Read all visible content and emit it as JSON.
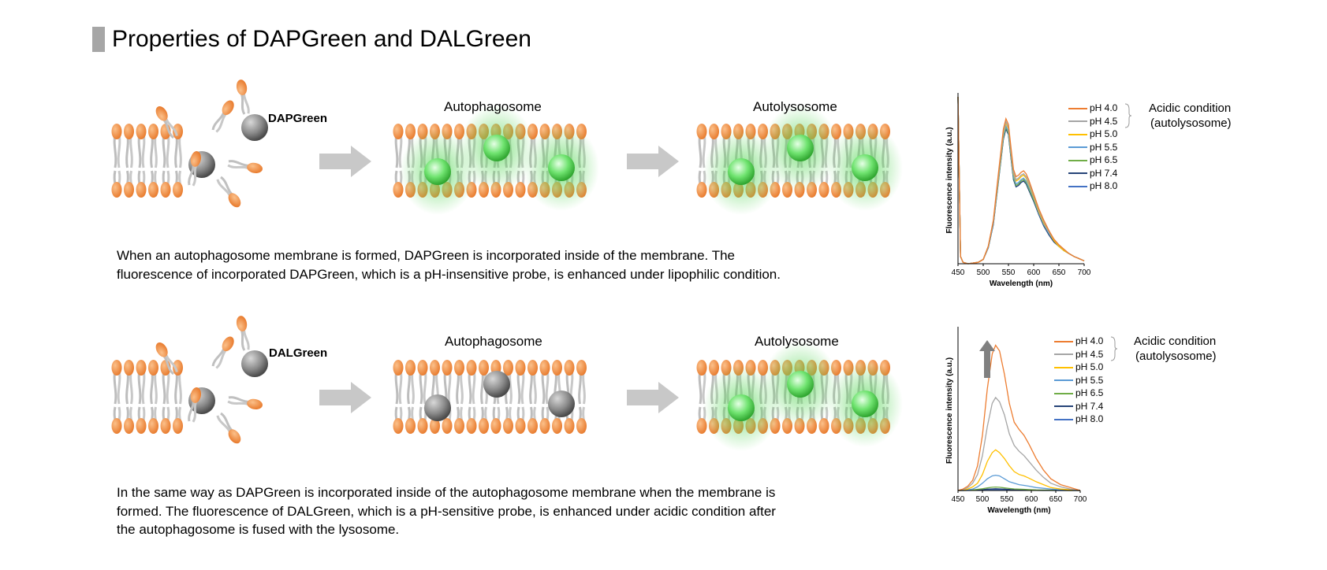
{
  "page": {
    "title": "Properties of DAPGreen and DALGreen"
  },
  "rows": [
    {
      "probe_label": "DAPGreen",
      "stage1_label": "Autophagosome",
      "stage2_label": "Autolysosome",
      "description_lines": [
        "When an autophagosome membrane is formed, DAPGreen is incorporated inside of the membrane. The",
        "fluorescence of incorporated DAPGreen, which is a pH-insensitive probe, is enhanced under lipophilic condition."
      ]
    },
    {
      "probe_label": "DALGreen",
      "stage1_label": "Autophagosome",
      "stage2_label": "Autolysosome",
      "description_lines": [
        "In the same way as DAPGreen is incorporated inside of the autophagosome membrane when the membrane is",
        "formed. The fluorescence of DALGreen, which is a pH-sensitive probe, is enhanced under acidic condition after",
        "the autophagosome is fused with the lysosome."
      ]
    }
  ],
  "legend": {
    "items": [
      "pH 4.0",
      "pH 4.5",
      "pH 5.0",
      "pH 5.5",
      "pH 6.5",
      "pH 7.4",
      "pH 8.0"
    ],
    "colors": [
      "#ed7d31",
      "#a5a5a5",
      "#ffc000",
      "#5b9bd5",
      "#70ad47",
      "#264478",
      "#4472c4"
    ],
    "condition_line1": "Acidic condition",
    "condition_line2": "(autolysosome)"
  },
  "chart_data": [
    {
      "type": "line",
      "xlabel": "Wavelength (nm)",
      "ylabel": "Fluorescence intensity (a.u.)",
      "x_ticks": [
        "450",
        "500",
        "550",
        "600",
        "650",
        "700"
      ],
      "xlim": [
        450,
        700
      ],
      "ylim": [
        0,
        1.15
      ],
      "x": [
        450,
        455,
        460,
        470,
        490,
        500,
        510,
        520,
        530,
        540,
        545,
        550,
        555,
        560,
        565,
        570,
        575,
        580,
        585,
        590,
        600,
        610,
        620,
        630,
        640,
        650,
        660,
        670,
        680,
        690,
        700
      ],
      "series": [
        {
          "name": "pH 4.0",
          "values": [
            1.15,
            0.05,
            0.01,
            0.0,
            0.01,
            0.03,
            0.12,
            0.3,
            0.62,
            0.93,
            1.0,
            0.96,
            0.8,
            0.65,
            0.6,
            0.61,
            0.63,
            0.64,
            0.62,
            0.58,
            0.48,
            0.38,
            0.3,
            0.23,
            0.17,
            0.13,
            0.1,
            0.07,
            0.05,
            0.035,
            0.02
          ]
        },
        {
          "name": "pH 4.5",
          "values": [
            1.15,
            0.05,
            0.01,
            0.0,
            0.01,
            0.03,
            0.12,
            0.29,
            0.6,
            0.91,
            0.98,
            0.94,
            0.78,
            0.63,
            0.58,
            0.59,
            0.61,
            0.62,
            0.6,
            0.56,
            0.47,
            0.37,
            0.29,
            0.22,
            0.17,
            0.13,
            0.1,
            0.07,
            0.05,
            0.035,
            0.02
          ]
        },
        {
          "name": "pH 5.0",
          "values": [
            1.15,
            0.05,
            0.01,
            0.0,
            0.01,
            0.03,
            0.12,
            0.29,
            0.59,
            0.9,
            0.97,
            0.93,
            0.77,
            0.62,
            0.57,
            0.58,
            0.6,
            0.61,
            0.59,
            0.55,
            0.46,
            0.36,
            0.28,
            0.22,
            0.16,
            0.12,
            0.09,
            0.07,
            0.05,
            0.035,
            0.02
          ]
        },
        {
          "name": "pH 5.5",
          "values": [
            1.15,
            0.05,
            0.01,
            0.0,
            0.01,
            0.03,
            0.11,
            0.28,
            0.58,
            0.88,
            0.95,
            0.91,
            0.75,
            0.6,
            0.55,
            0.56,
            0.58,
            0.59,
            0.57,
            0.53,
            0.45,
            0.35,
            0.27,
            0.21,
            0.16,
            0.12,
            0.09,
            0.07,
            0.05,
            0.035,
            0.02
          ]
        },
        {
          "name": "pH 6.5",
          "values": [
            1.15,
            0.05,
            0.01,
            0.0,
            0.01,
            0.03,
            0.11,
            0.28,
            0.57,
            0.87,
            0.94,
            0.9,
            0.74,
            0.59,
            0.54,
            0.55,
            0.57,
            0.58,
            0.56,
            0.52,
            0.44,
            0.35,
            0.27,
            0.21,
            0.16,
            0.12,
            0.09,
            0.07,
            0.05,
            0.035,
            0.02
          ]
        },
        {
          "name": "pH 7.4",
          "values": [
            1.15,
            0.05,
            0.01,
            0.0,
            0.01,
            0.03,
            0.11,
            0.27,
            0.57,
            0.86,
            0.93,
            0.89,
            0.73,
            0.58,
            0.53,
            0.54,
            0.56,
            0.57,
            0.55,
            0.51,
            0.43,
            0.34,
            0.26,
            0.2,
            0.15,
            0.12,
            0.09,
            0.07,
            0.05,
            0.035,
            0.02
          ]
        },
        {
          "name": "pH 8.0",
          "values": [
            1.15,
            0.05,
            0.01,
            0.0,
            0.01,
            0.03,
            0.11,
            0.27,
            0.56,
            0.86,
            0.93,
            0.89,
            0.73,
            0.58,
            0.53,
            0.54,
            0.56,
            0.57,
            0.55,
            0.51,
            0.43,
            0.34,
            0.26,
            0.2,
            0.15,
            0.12,
            0.09,
            0.07,
            0.05,
            0.035,
            0.02
          ]
        }
      ]
    },
    {
      "type": "line",
      "xlabel": "Wavelength (nm)",
      "ylabel": "Fluorescence intensity (a.u.)",
      "x_ticks": [
        "450",
        "500",
        "550",
        "600",
        "650",
        "700"
      ],
      "xlim": [
        450,
        700
      ],
      "ylim": [
        0,
        1.1
      ],
      "x": [
        450,
        460,
        470,
        480,
        490,
        500,
        510,
        520,
        527,
        535,
        545,
        555,
        565,
        575,
        585,
        595,
        610,
        625,
        640,
        660,
        680,
        700
      ],
      "series": [
        {
          "name": "pH 4.0",
          "values": [
            0.0,
            0.01,
            0.03,
            0.07,
            0.17,
            0.38,
            0.7,
            0.94,
            1.0,
            0.96,
            0.8,
            0.6,
            0.47,
            0.42,
            0.38,
            0.32,
            0.22,
            0.14,
            0.08,
            0.04,
            0.02,
            0.0
          ]
        },
        {
          "name": "pH 4.5",
          "values": [
            0.0,
            0.005,
            0.02,
            0.05,
            0.11,
            0.24,
            0.44,
            0.6,
            0.64,
            0.61,
            0.52,
            0.39,
            0.31,
            0.27,
            0.24,
            0.2,
            0.14,
            0.09,
            0.05,
            0.025,
            0.01,
            0.0
          ]
        },
        {
          "name": "pH 5.0",
          "values": [
            0.0,
            0.003,
            0.01,
            0.025,
            0.05,
            0.11,
            0.2,
            0.26,
            0.28,
            0.26,
            0.22,
            0.17,
            0.13,
            0.11,
            0.1,
            0.085,
            0.06,
            0.04,
            0.02,
            0.01,
            0.005,
            0.0
          ]
        },
        {
          "name": "pH 5.5",
          "values": [
            0.0,
            0.002,
            0.005,
            0.01,
            0.025,
            0.05,
            0.08,
            0.1,
            0.105,
            0.1,
            0.08,
            0.06,
            0.05,
            0.04,
            0.035,
            0.03,
            0.02,
            0.015,
            0.01,
            0.005,
            0.002,
            0.0
          ]
        },
        {
          "name": "pH 6.5",
          "values": [
            0.0,
            0.0,
            0.002,
            0.004,
            0.008,
            0.012,
            0.018,
            0.022,
            0.024,
            0.022,
            0.018,
            0.014,
            0.011,
            0.009,
            0.008,
            0.006,
            0.004,
            0.003,
            0.002,
            0.001,
            0.0,
            0.0
          ]
        },
        {
          "name": "pH 7.4",
          "values": [
            0.0,
            0.0,
            0.001,
            0.002,
            0.004,
            0.006,
            0.009,
            0.011,
            0.012,
            0.011,
            0.009,
            0.007,
            0.005,
            0.004,
            0.004,
            0.003,
            0.002,
            0.001,
            0.001,
            0.0,
            0.0,
            0.0
          ]
        },
        {
          "name": "pH 8.0",
          "values": [
            0.0,
            0.0,
            0.0,
            0.001,
            0.002,
            0.003,
            0.004,
            0.005,
            0.005,
            0.005,
            0.004,
            0.003,
            0.002,
            0.002,
            0.002,
            0.001,
            0.001,
            0.0,
            0.0,
            0.0,
            0.0,
            0.0
          ]
        }
      ]
    }
  ]
}
